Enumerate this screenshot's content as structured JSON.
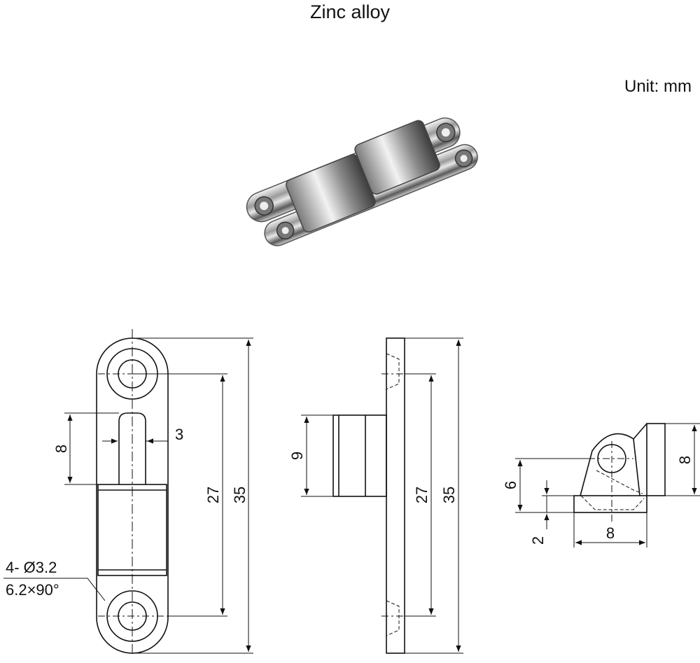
{
  "title": "Zinc alloy",
  "unit_label": "Unit:  mm",
  "front_view": {
    "dim_pin_length": "8",
    "dim_pin_width": "3",
    "dim_hole_spacing": "27",
    "dim_total_length": "35",
    "hole_spec_line1": "4- Ø3.2",
    "hole_spec_line2": "6.2×90°"
  },
  "side_view": {
    "dim_knuckle_height": "9",
    "dim_hole_spacing": "27",
    "dim_total_length": "35"
  },
  "end_view": {
    "dim_height": "8",
    "dim_pivot_height": "6",
    "dim_base_thickness": "2",
    "dim_width": "8"
  }
}
